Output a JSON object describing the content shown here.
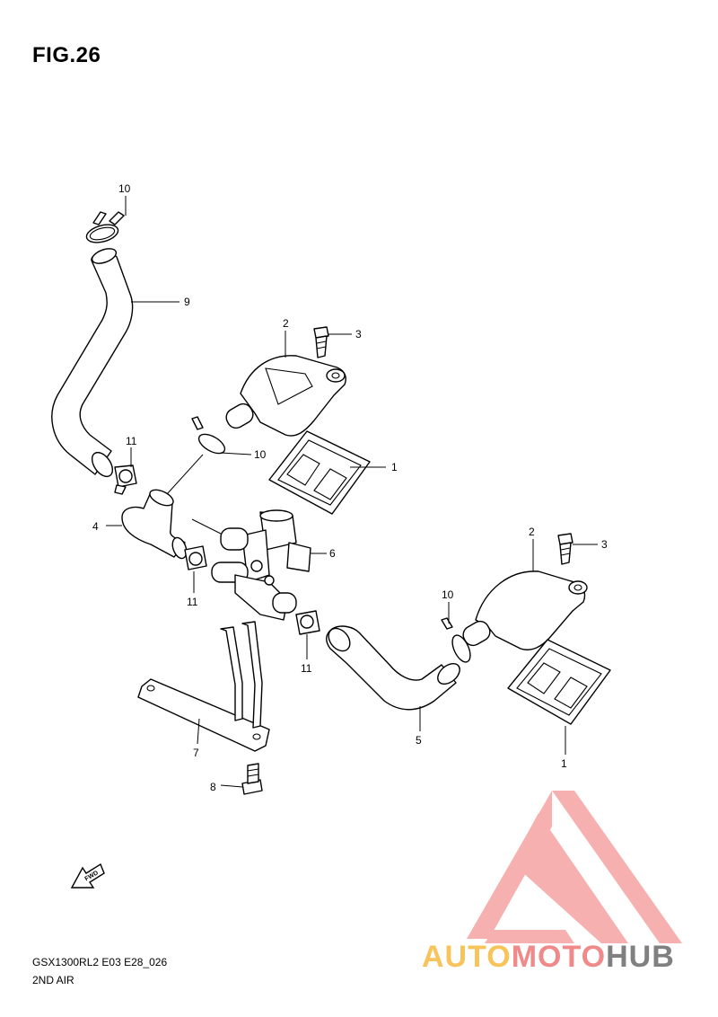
{
  "figure": {
    "title": "FIG.26"
  },
  "callouts": [
    {
      "id": "c10a",
      "label": "10"
    },
    {
      "id": "c9",
      "label": "9"
    },
    {
      "id": "c2a",
      "label": "2"
    },
    {
      "id": "c3a",
      "label": "3"
    },
    {
      "id": "c10b",
      "label": "10"
    },
    {
      "id": "c11a",
      "label": "11"
    },
    {
      "id": "c1a",
      "label": "1"
    },
    {
      "id": "c4",
      "label": "4"
    },
    {
      "id": "c6",
      "label": "6"
    },
    {
      "id": "c11b",
      "label": "11"
    },
    {
      "id": "c2b",
      "label": "2"
    },
    {
      "id": "c3b",
      "label": "3"
    },
    {
      "id": "c10c",
      "label": "10"
    },
    {
      "id": "c11c",
      "label": "11"
    },
    {
      "id": "c5",
      "label": "5"
    },
    {
      "id": "c1b",
      "label": "1"
    },
    {
      "id": "c7",
      "label": "7"
    },
    {
      "id": "c8",
      "label": "8"
    }
  ],
  "fwd_marker": {
    "label": "FWD",
    "icon": "fwd-arrow-icon"
  },
  "footer": {
    "model_code": "GSX1300RL2 E03 E28_026",
    "subtitle": "2ND AIR"
  },
  "watermark": {
    "part1": "AUTO",
    "part2": "MOTO",
    "part3": "HUB",
    "logo_icon": "triangle-m-logo-icon",
    "colors": {
      "auto": "#f7c35a",
      "moto": "#f08a8a",
      "hub": "#808080",
      "logo": "#f5a3a3"
    }
  }
}
